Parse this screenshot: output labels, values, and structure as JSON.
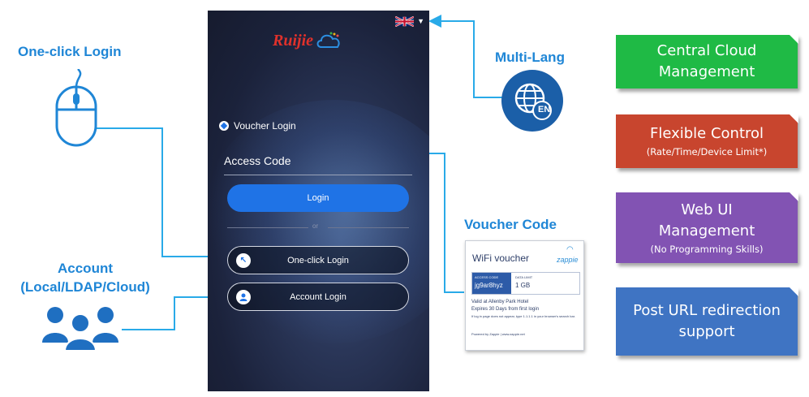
{
  "left": {
    "one_click_label": "One-click Login",
    "account_title": "Account",
    "account_sub": "(Local/LDAP/Cloud)"
  },
  "phone": {
    "brand": "Ruijie",
    "voucher_heading": "Voucher Login",
    "access_code_placeholder": "Access Code",
    "login_button": "Login",
    "or_text": "or",
    "one_click_button": "One-click Login",
    "account_button": "Account Login",
    "language_flag": "uk-flag-icon"
  },
  "multilang": {
    "label": "Multi-Lang",
    "badge": "EN"
  },
  "voucher": {
    "label": "Voucher Code",
    "card_title": "WiFi voucher",
    "card_brand": "zappie",
    "access_code_label": "ACCESS CODE",
    "access_code_value": "jg9ar8hyz",
    "data_limit_label": "DATA LIMIT",
    "data_limit_value": "1 GB",
    "valid_at": "Valid at Allenby Park Hotel",
    "expires": "Expires 30 Days from first login",
    "hint": "If log in page does not appear, type 1.1.1.1 in your browser's search bar.",
    "powered": "Powered by Zappie | www.zappie.net"
  },
  "features": [
    {
      "title": "Central Cloud Management",
      "sub": "",
      "color": "#1fba45"
    },
    {
      "title": "Flexible Control",
      "sub": "(Rate/Time/Device Limit*)",
      "color": "#c8452e"
    },
    {
      "title": "Web UI Management",
      "sub": "(No Programming Skills)",
      "color": "#8253b3"
    },
    {
      "title": "Post URL redirection support",
      "sub": "",
      "color": "#3f74c3"
    }
  ],
  "colors": {
    "accent_blue": "#1f86d6",
    "connector": "#29aae8",
    "login_button": "#1f73e6"
  }
}
